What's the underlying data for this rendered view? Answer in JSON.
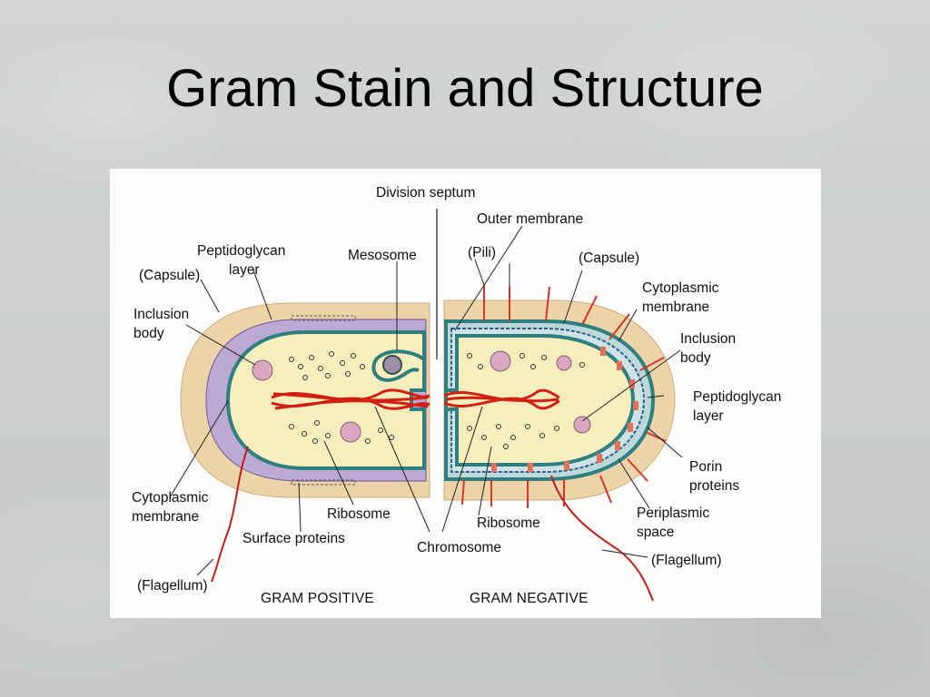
{
  "slide": {
    "title": "Gram Stain and Structure"
  },
  "diagram": {
    "labels": {
      "division_septum": "Division septum",
      "outer_membrane": "Outer membrane",
      "peptidoglycan_layer_l1": "Peptidoglycan",
      "peptidoglycan_layer_l2": "layer",
      "mesosome": "Mesosome",
      "pili": "(Pili)",
      "capsule_right": "(Capsule)",
      "capsule_left": "(Capsule)",
      "cytoplasmic_membrane_r1": "Cytoplasmic",
      "cytoplasmic_membrane_r2": "membrane",
      "inclusion_body_l1": "Inclusion",
      "inclusion_body_l2": "body",
      "inclusion_body_r1": "Inclusion",
      "inclusion_body_r2": "body",
      "peptidoglycan_r1": "Peptidoglycan",
      "peptidoglycan_r2": "layer",
      "porin_l1": "Porin",
      "porin_l2": "proteins",
      "cytoplasmic_membrane_l1": "Cytoplasmic",
      "cytoplasmic_membrane_l2": "membrane",
      "ribosome_left": "Ribosome",
      "ribosome_right": "Ribosome",
      "periplasmic_l1": "Periplasmic",
      "periplasmic_l2": "space",
      "surface_proteins": "Surface proteins",
      "chromosome": "Chromosome",
      "flagellum_right": "(Flagellum)",
      "flagellum_left": "(Flagellum)",
      "gram_positive": "GRAM POSITIVE",
      "gram_negative": "GRAM NEGATIVE"
    },
    "colors": {
      "capsule": "#ecd3a8",
      "peptidoglycan_pos": "#bcaad4",
      "cytoplasm": "#f6eebd",
      "membrane": "#2e7f7f",
      "chromosome": "#d21f12",
      "inclusion": "#d9a8c0",
      "porin": "#e5705a",
      "flagellum": "#c0201a"
    }
  }
}
